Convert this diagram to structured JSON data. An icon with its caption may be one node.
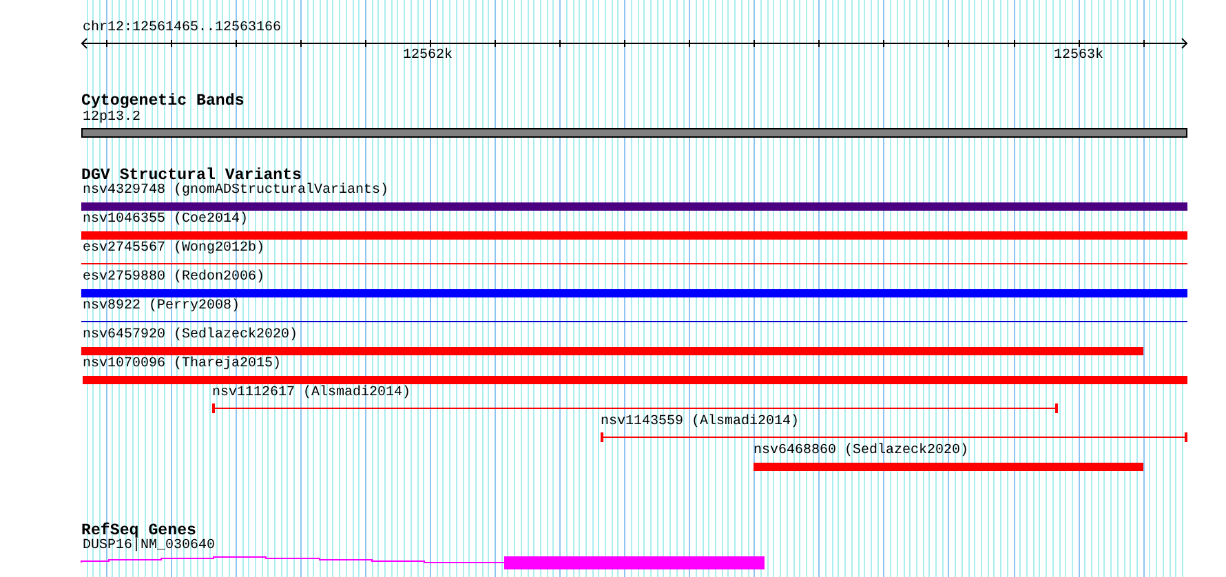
{
  "diagram": {
    "nodes": [
      {
        "text": [],
        "shape": "bar",
        "beside": [
          "12p13.2"
        ]
      },
      {
        "text": [],
        "shape": "bar",
        "beside": [
          "nsv4329748 (gnomADStructuralVariants)"
        ]
      },
      {
        "text": [],
        "shape": "bar",
        "beside": [
          "nsv1046355 (Coe2014)"
        ]
      },
      {
        "text": [],
        "shape": "bar",
        "beside": [
          "esv2745567 (Wong2012b)"
        ]
      },
      {
        "text": [],
        "shape": "bar",
        "beside": [
          "esv2759880 (Redon2006)"
        ]
      },
      {
        "text": [],
        "shape": "bar",
        "beside": [
          "nsv8922 (Perry2008)"
        ]
      },
      {
        "text": [],
        "shape": "bar",
        "beside": [
          "nsv6457920 (Sedlazeck2020)"
        ]
      },
      {
        "text": [],
        "shape": "bar",
        "beside": [
          "nsv1070096 (Thareja2015)"
        ]
      },
      {
        "text": [],
        "shape": "bar",
        "beside": [
          "nsv1112617 (Alsmadi2014)"
        ]
      },
      {
        "text": [],
        "shape": "bar",
        "beside": [
          "nsv1143559 (Alsmadi2014)"
        ]
      },
      {
        "text": [],
        "shape": "bar",
        "beside": [
          "nsv6468860 (Sedlazeck2020)"
        ]
      },
      {
        "text": [],
        "shape": "bar",
        "beside": [
          "DUSP16|NM_030640"
        ]
      }
    ],
    "labels": [
      "chr12:12561465..12563166",
      "12562k",
      "12563k",
      "Cytogenetic Bands",
      "DGV Structural Variants",
      "RefSeq Genes"
    ]
  }
}
